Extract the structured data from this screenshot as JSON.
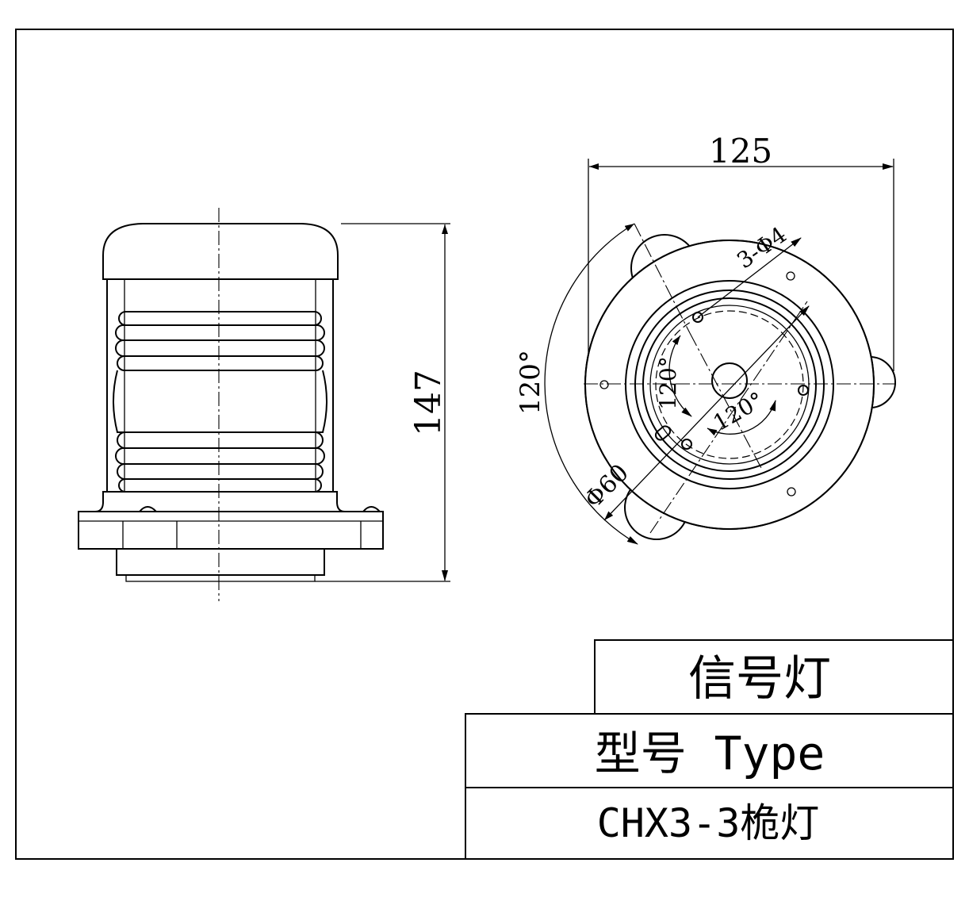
{
  "dimensions": {
    "height": "147",
    "width": "125",
    "holes": "3-Φ4",
    "pcd": "Φ60",
    "angle_outer": "120°",
    "angle_inner_left": "120°",
    "angle_inner_right": "120°"
  },
  "title_block": {
    "name": "信号灯",
    "type_label": "型号 Type",
    "model": "CHX3-3桅灯"
  }
}
